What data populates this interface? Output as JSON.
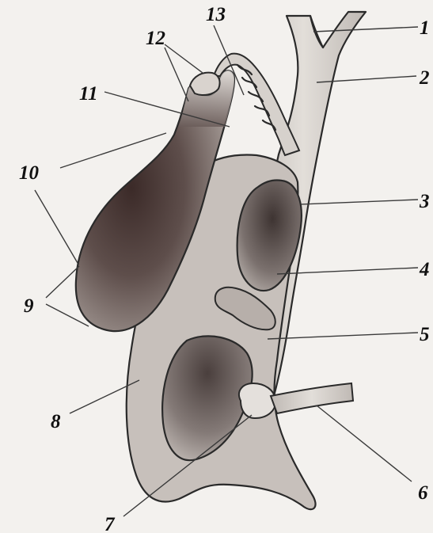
{
  "labels": {
    "l1": "1",
    "l2": "2",
    "l3": "3",
    "l4": "4",
    "l5": "5",
    "l6": "6",
    "l7": "7",
    "l8": "8",
    "l9": "9",
    "l10": "10",
    "l11": "11",
    "l12": "12",
    "l13": "13"
  },
  "colors": {
    "background": "#ffffff",
    "paper": "#f3f1ee",
    "duct_fill": "#c9c4bf",
    "duodenum_fill": "#bdb6b1",
    "gallbladder_dark": "#3b2a28",
    "gallbladder_light": "#d8d2cd",
    "outline": "#2a2a2a",
    "label": "#111111"
  }
}
